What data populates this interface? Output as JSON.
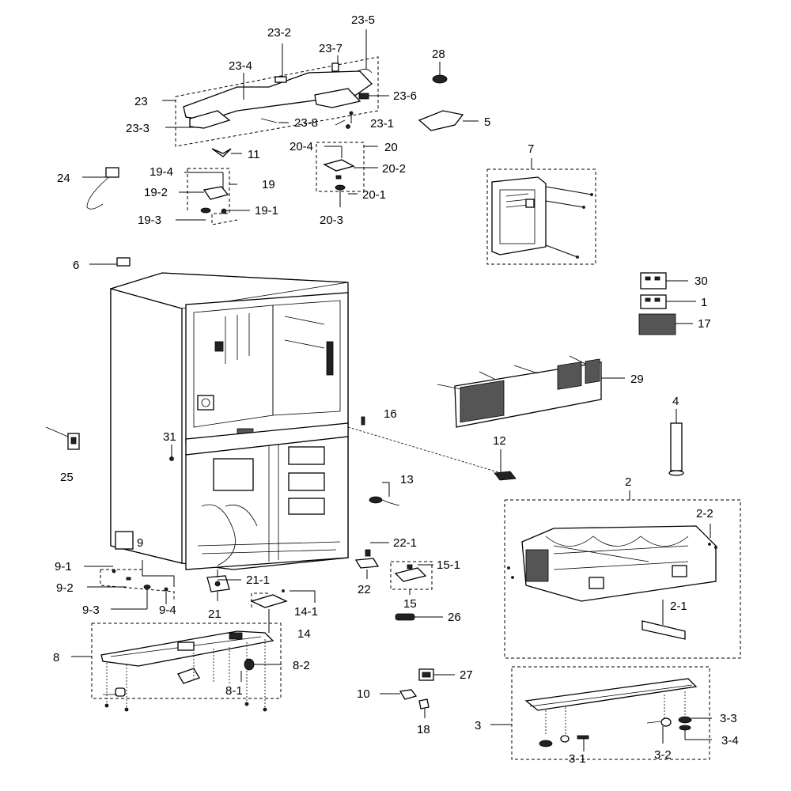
{
  "labels": {
    "p23": "23",
    "p23_1": "23-1",
    "p23_2": "23-2",
    "p23_3": "23-3",
    "p23_4": "23-4",
    "p23_5": "23-5",
    "p23_6": "23-6",
    "p23_7": "23-7",
    "p23_8": "23-8",
    "p28": "28",
    "p5": "5",
    "p11": "11",
    "p24": "24",
    "p19": "19",
    "p19_1": "19-1",
    "p19_2": "19-2",
    "p19_3": "19-3",
    "p19_4": "19-4",
    "p20": "20",
    "p20_1": "20-1",
    "p20_2": "20-2",
    "p20_3": "20-3",
    "p20_4": "20-4",
    "p7": "7",
    "p6": "6",
    "p30": "30",
    "p1": "1",
    "p17": "17",
    "p29": "29",
    "p16": "16",
    "p4": "4",
    "p31": "31",
    "p25": "25",
    "p12": "12",
    "p13": "13",
    "p2": "2",
    "p2_1": "2-1",
    "p2_2": "2-2",
    "p9": "9",
    "p9_1": "9-1",
    "p9_2": "9-2",
    "p9_3": "9-3",
    "p9_4": "9-4",
    "p22": "22",
    "p22_1": "22-1",
    "p15": "15",
    "p15_1": "15-1",
    "p21": "21",
    "p21_1": "21-1",
    "p14": "14",
    "p14_1": "14-1",
    "p26": "26",
    "p8": "8",
    "p8_1": "8-1",
    "p8_2": "8-2",
    "p27": "27",
    "p10": "10",
    "p18": "18",
    "p3": "3",
    "p3_1": "3-1",
    "p3_2": "3-2",
    "p3_3": "3-3",
    "p3_4": "3-4"
  },
  "colors": {
    "ink": "#000000",
    "paper": "#ffffff"
  }
}
